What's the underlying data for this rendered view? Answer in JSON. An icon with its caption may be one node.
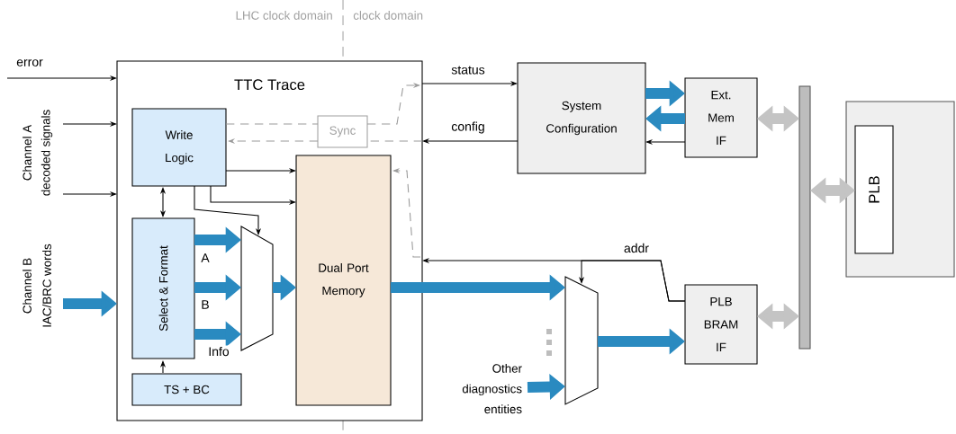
{
  "diagram": {
    "nodes": [
      {
        "text": [
          "TTC Trace"
        ]
      },
      {
        "text": [
          "Write Logic"
        ],
        "in": 0
      },
      {
        "text": [
          "Select & Format"
        ],
        "in": 0
      },
      {
        "text": [
          "TS + BC"
        ],
        "in": 0
      },
      {
        "text": [],
        "shape": "trapezoid",
        "in": 0
      },
      {
        "text": [
          "Dual Port Memory"
        ],
        "in": 0
      },
      {
        "text": [
          "Sync"
        ],
        "in": 0
      },
      {
        "text": [
          "System Configuration"
        ]
      },
      {
        "text": [
          "Ext. Mem IF"
        ]
      },
      {
        "text": [
          "PLB BRAM IF"
        ]
      },
      {
        "text": [],
        "shape": "bar"
      },
      {
        "text": [],
        "shape": "box"
      },
      {
        "text": [
          "PLB"
        ],
        "in": 11
      },
      {
        "text": [],
        "shape": "trapezoid"
      },
      {
        "text": [
          "Other diagnostics entities"
        ]
      }
    ],
    "edges": [
      {
        "from": null,
        "to": 0,
        "arrow": "to",
        "label": "error"
      },
      {
        "from": null,
        "to": 0,
        "arrow": "to"
      },
      {
        "from": null,
        "to": 0,
        "arrow": "to"
      },
      {
        "from": null,
        "to": 0,
        "arrow": "to",
        "style": "thick",
        "color": "#2a8ac0"
      },
      {
        "from": 1,
        "to": 2,
        "arrow": "both"
      },
      {
        "from": 3,
        "to": 2,
        "arrow": "to"
      },
      {
        "from": 1,
        "to": 5,
        "arrow": "to"
      },
      {
        "from": 1,
        "to": 5,
        "arrow": "to"
      },
      {
        "from": 1,
        "to": 4,
        "arrow": "to"
      },
      {
        "from": 2,
        "to": 4,
        "arrow": "to",
        "label": "A",
        "style": "thick",
        "color": "#2a8ac0"
      },
      {
        "from": 2,
        "to": 4,
        "arrow": "to",
        "label": "B",
        "style": "thick",
        "color": "#2a8ac0"
      },
      {
        "from": 2,
        "to": 4,
        "arrow": "to",
        "label": "Info",
        "style": "thick",
        "color": "#2a8ac0"
      },
      {
        "from": 4,
        "to": 5,
        "arrow": "to",
        "style": "thick",
        "color": "#2a8ac0"
      },
      {
        "from": 5,
        "to": 13,
        "arrow": "to",
        "style": "thick",
        "color": "#2a8ac0"
      },
      {
        "from": 0,
        "to": 7,
        "arrow": "to",
        "label": "status"
      },
      {
        "from": 7,
        "to": 0,
        "arrow": "to",
        "label": "config"
      },
      {
        "from": 7,
        "to": 8,
        "arrow": "to",
        "style": "thick",
        "color": "#2a8ac0"
      },
      {
        "from": 8,
        "to": 7,
        "arrow": "to",
        "style": "thick",
        "color": "#2a8ac0"
      },
      {
        "from": 8,
        "to": 7,
        "arrow": "to"
      },
      {
        "from": 8,
        "to": 10,
        "arrow": "both",
        "style": "thick",
        "color": "#c4c4c4"
      },
      {
        "from": 10,
        "to": 12,
        "arrow": "both",
        "style": "thick",
        "color": "#c4c4c4"
      },
      {
        "from": 9,
        "to": 10,
        "arrow": "both",
        "style": "thick",
        "color": "#c4c4c4"
      },
      {
        "from": 13,
        "to": 9,
        "arrow": "to",
        "style": "thick",
        "color": "#2a8ac0"
      },
      {
        "from": 14,
        "to": 13,
        "arrow": "to",
        "style": "thick",
        "color": "#2a8ac0"
      },
      {
        "from": 9,
        "to": 13,
        "arrow": "to",
        "label": "addr"
      },
      {
        "from": 9,
        "to": 0,
        "arrow": "to"
      },
      {
        "from": 1,
        "to": 6,
        "arrow": "none",
        "style": "dashed",
        "color": "#999999"
      },
      {
        "from": 6,
        "to": 0,
        "arrow": "to",
        "style": "dashed",
        "color": "#999999"
      },
      {
        "from": 0,
        "to": 6,
        "arrow": "none",
        "style": "dashed",
        "color": "#999999"
      },
      {
        "from": 6,
        "to": 1,
        "arrow": "to",
        "style": "dashed",
        "color": "#999999"
      },
      {
        "from": 0,
        "to": 5,
        "arrow": "to",
        "style": "dashed",
        "color": "#999999"
      }
    ],
    "labels": [
      "LHC clock domain",
      "clock domain",
      "Channel A",
      "decoded signals",
      "Channel B",
      "IAC/BRC words"
    ]
  }
}
